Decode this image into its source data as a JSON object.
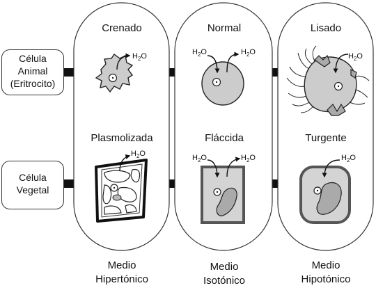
{
  "rows": {
    "animal": [
      "Célula",
      "Animal",
      "(Eritrocito)"
    ],
    "plant": [
      "Célula",
      "Vegetal"
    ]
  },
  "columns": [
    {
      "animal_state": "Crenado",
      "plant_state": "Plasmolizada",
      "medium": [
        "Medio",
        "Hipertónico"
      ]
    },
    {
      "animal_state": "Normal",
      "plant_state": "Fláccida",
      "medium": [
        "Medio",
        "Isotónico"
      ]
    },
    {
      "animal_state": "Lisado",
      "plant_state": "Turgente",
      "medium": [
        "Medio",
        "Hipotónico"
      ]
    }
  ],
  "water_label": "H",
  "water_sub": "2",
  "water_tail": "O",
  "colors": {
    "cell_fill": "#cccccc",
    "cytoplasm_plant": "#d4d4d4",
    "outline": "#222222",
    "connector": "#111111"
  }
}
